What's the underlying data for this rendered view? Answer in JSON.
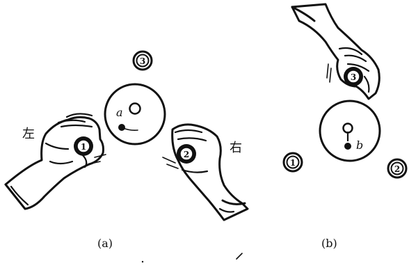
{
  "figure": {
    "panel_a": {
      "caption": "(a)",
      "left_hand_label": "左",
      "right_hand_label": "右",
      "disk_label": "a",
      "coins": {
        "one": "1",
        "two": "2",
        "three": "3"
      }
    },
    "panel_b": {
      "caption": "(b)",
      "disk_label": "b",
      "coins": {
        "one": "1",
        "two": "2",
        "three": "3"
      }
    }
  }
}
